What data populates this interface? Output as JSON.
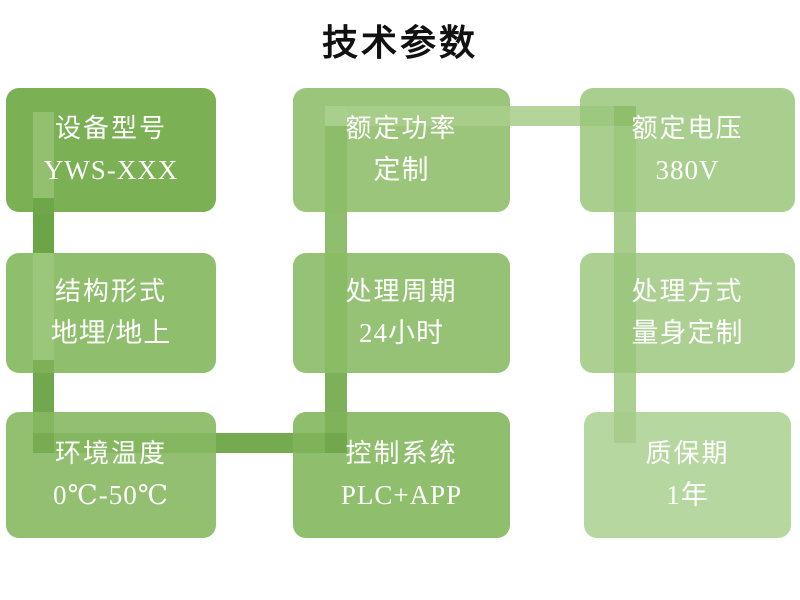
{
  "title": "技术参数",
  "palette": {
    "title_color": "#111111",
    "card_text_color": "#FFFFFF",
    "connector_light": "#B5D49C",
    "connector_medium": "#8DBD68",
    "connector_dark": "#6CA548",
    "background": "#FFFFFF"
  },
  "cards": [
    {
      "id": "device-model",
      "label": "设备型号",
      "value": "YWS-XXX",
      "bg": "#7BB054"
    },
    {
      "id": "structure-type",
      "label": "结构形式",
      "value": "地埋/地上",
      "bg": "#8FBE6D"
    },
    {
      "id": "ambient-temperature",
      "label": "环境温度",
      "value": "0℃-50℃",
      "bg": "#92C070"
    },
    {
      "id": "rated-power",
      "label": "额定功率",
      "value": "定制",
      "bg": "#9AC57B"
    },
    {
      "id": "treatment-cycle",
      "label": "处理周期",
      "value": "24小时",
      "bg": "#95C275"
    },
    {
      "id": "control-system",
      "label": "控制系统",
      "value": "PLC+APP",
      "bg": "#8FBE6C"
    },
    {
      "id": "rated-voltage",
      "label": "额定电压",
      "value": "380V",
      "bg": "#A9CF8E"
    },
    {
      "id": "treatment-method",
      "label": "处理方式",
      "value": "量身定制",
      "bg": "#ABD091"
    },
    {
      "id": "warranty-period",
      "label": "质保期",
      "value": "1年",
      "bg": "#B7D7A0"
    }
  ]
}
